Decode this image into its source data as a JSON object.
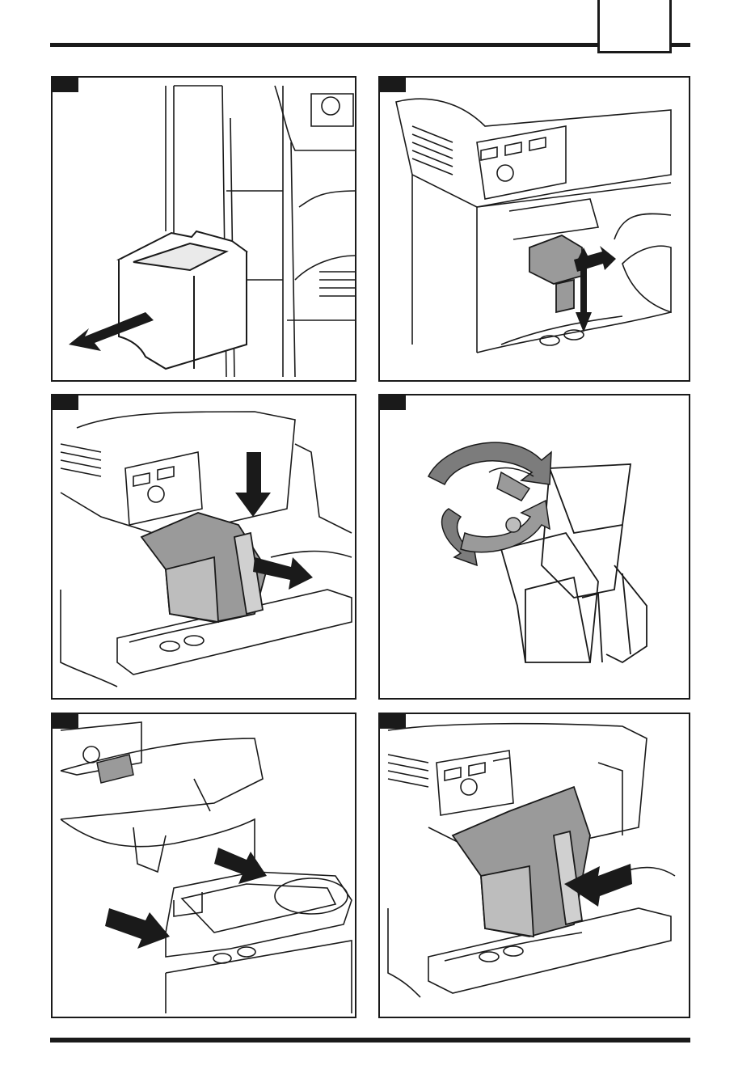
{
  "page": {
    "header_tab_label": "",
    "figures": [
      {
        "id": "fig-1",
        "number": "",
        "depicts": "remove-dregs-drawer"
      },
      {
        "id": "fig-2",
        "number": "",
        "depicts": "adjust-dispenser"
      },
      {
        "id": "fig-3",
        "number": "",
        "depicts": "remove-brew-unit"
      },
      {
        "id": "fig-4",
        "number": "",
        "depicts": "rotate-brew-unit-knob"
      },
      {
        "id": "fig-5",
        "number": "",
        "depicts": "remove-drip-tray"
      },
      {
        "id": "fig-6",
        "number": "",
        "depicts": "insert-brew-unit"
      }
    ]
  },
  "colors": {
    "ink": "#1a1a1a",
    "shade": "#9a9a9a",
    "light": "#d0d0d0",
    "paper": "#ffffff"
  }
}
